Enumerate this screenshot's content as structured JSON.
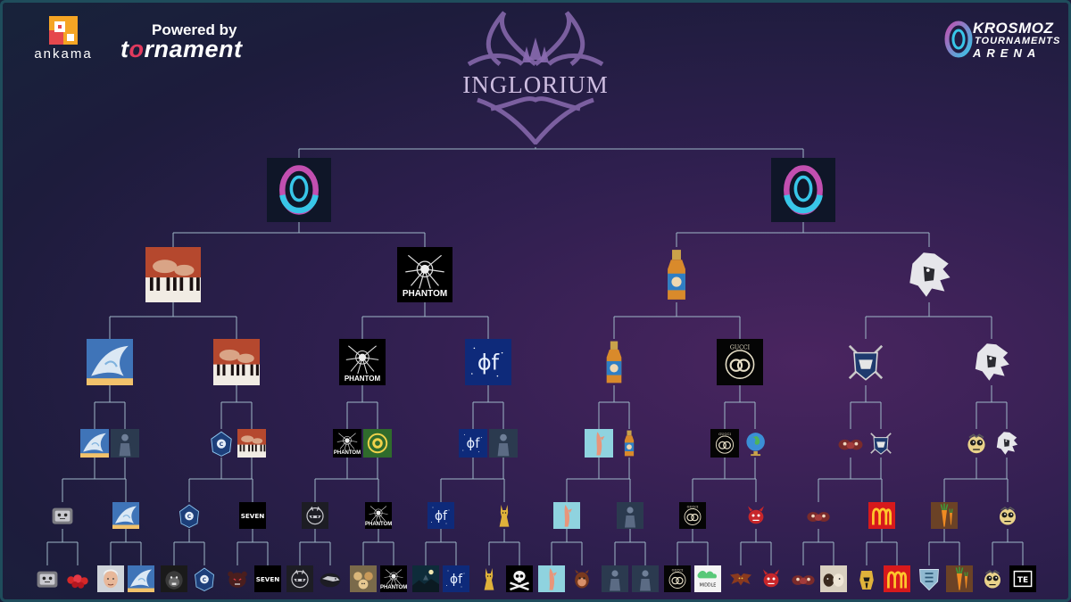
{
  "branding": {
    "ankama_label": "ankama",
    "powered_label": "Powered by",
    "tornament_prefix": "t",
    "tornament_o": "o",
    "tornament_suffix": "rnament",
    "krosmoz_line1": "KROSMOZ",
    "krosmoz_line2": "TOURNAMENTS",
    "krosmoz_line3": "ARENA",
    "title": "INGLORIUM"
  },
  "colors": {
    "connector": "#9fb8c8",
    "accent_pink": "#c24fb0",
    "accent_cyan": "#38c6e8",
    "title": "#cdbde0"
  },
  "bracket": {
    "final": [
      "krosmoz-swirl",
      "krosmoz-swirl"
    ],
    "semifinals": [
      "piano",
      "phantom",
      "bottle",
      "lion"
    ],
    "quarterfinals": [
      "dragon",
      "piano",
      "phantom",
      "df-logo",
      "bottle",
      "gucci",
      "knight-shield",
      "lion"
    ],
    "round_of_16": [
      "dragon",
      "dark-figure",
      "gorilla-c",
      "piano",
      "phantom",
      "green-emblem",
      "df-logo",
      "dark-figure",
      "fish-hand",
      "bottle",
      "gucci",
      "globe",
      "red-lips",
      "knight-shield",
      "skull-face",
      "lion"
    ],
    "round_of_32": [
      "cartoon-cat",
      "dragon",
      "gorilla-c",
      "seven",
      "raccoon",
      "phantom",
      "df-logo",
      "anubis-cat",
      "fish-hand",
      "dark-figure",
      "gucci",
      "red-devil",
      "red-lips",
      "mcdonalds",
      "carrot",
      "skull-face"
    ],
    "round_of_64": [
      "cartoon-cat",
      "red-berries",
      "old-man",
      "dragon",
      "gorilla",
      "gorilla-c",
      "bear",
      "seven",
      "raccoon",
      "dragon-shadow",
      "cat-group",
      "phantom",
      "night-scene",
      "df-logo",
      "anubis-cat",
      "skull-crossbones",
      "fish-hand",
      "monkey",
      "dark-figure",
      "dark-figure",
      "gucci",
      "middle-text",
      "bat",
      "red-devil",
      "red-lips",
      "dog-pair",
      "warrior-helm",
      "mcdonalds",
      "shield-emblem",
      "carrot",
      "skull-face",
      "te-logo"
    ]
  },
  "labels": {
    "phantom": "PHANTOM",
    "seven": "SEVEN",
    "gucci": "GUCCI",
    "df": "ɸf",
    "middle": "MIDDLE",
    "te": "TE"
  }
}
